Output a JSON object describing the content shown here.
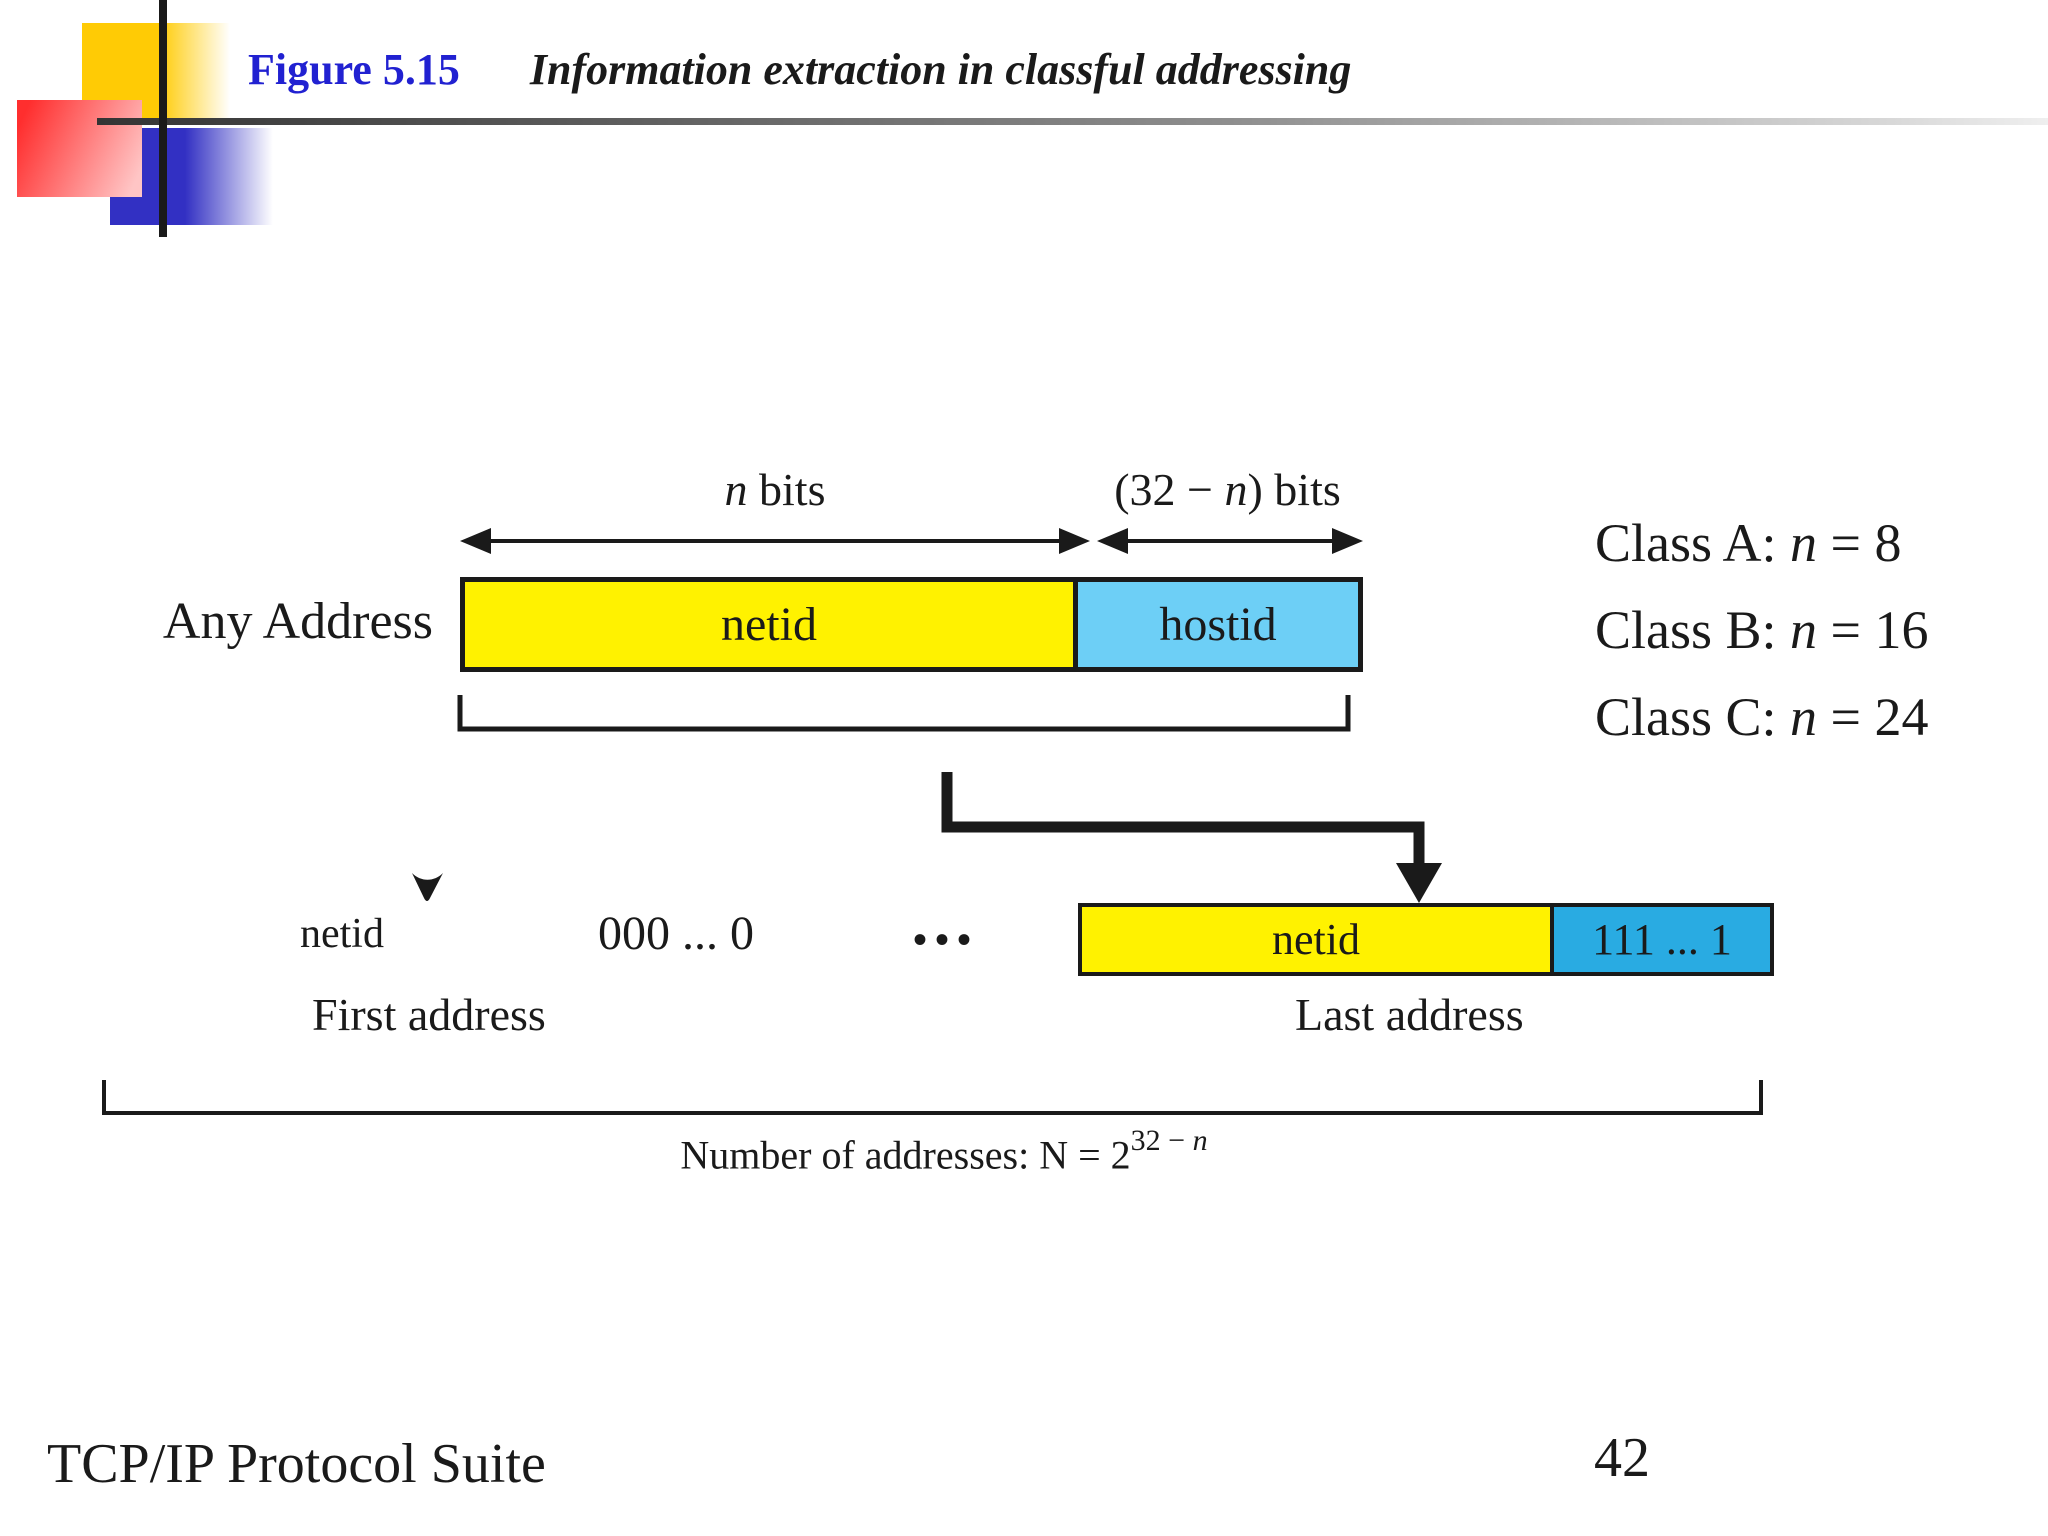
{
  "header": {
    "figure_label": "Figure 5.15",
    "figure_title": "Information extraction in classful addressing"
  },
  "labels": {
    "nvar": "n",
    "bits_word": "bits",
    "bits32_open": "(32 −",
    "bits32_close": ") bits",
    "any_address": "Any Address"
  },
  "classes": [
    {
      "name": "Class A:",
      "var": "n",
      "eq": "=",
      "value": "8"
    },
    {
      "name": "Class B:",
      "var": "n",
      "eq": "=",
      "value": "16"
    },
    {
      "name": "Class C:",
      "var": "n",
      "eq": "=",
      "value": "24"
    }
  ],
  "bar1": {
    "netid": "netid",
    "hostid": "hostid"
  },
  "bar2": {
    "netid": "netid",
    "hostid_bits": "111 ... 1"
  },
  "lower": {
    "netid_label": "netid",
    "zeros": "000 ... 0",
    "dots": "•••",
    "first_address": "First address",
    "last_address": "Last address"
  },
  "formula": {
    "prefix": "Number of addresses:",
    "base": "N = 2",
    "sup_pre": "32 −",
    "sup_var": "n"
  },
  "footer": {
    "book_title": "TCP/IP Protocol Suite",
    "page_number": "42"
  },
  "colors": {
    "ink": "#1a1a1a",
    "title-blue": "#2121d1",
    "netid-yellow": "#fff200",
    "hostid-blue": "#6dcff6",
    "last-blue": "#29abe2",
    "deco-yellow": "#ffcb05",
    "deco-red": "#ff2e2e",
    "deco-blue": "#3230c3"
  }
}
